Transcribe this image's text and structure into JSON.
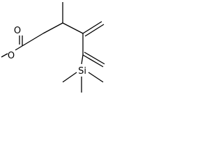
{
  "molecule": {
    "atoms": {
      "carbonyl_oxygen": "O",
      "ester_oxygen": "O",
      "silicon": "Si"
    },
    "colors": {
      "bond": "#000000",
      "label": "#000000",
      "background": "#ffffff"
    }
  }
}
